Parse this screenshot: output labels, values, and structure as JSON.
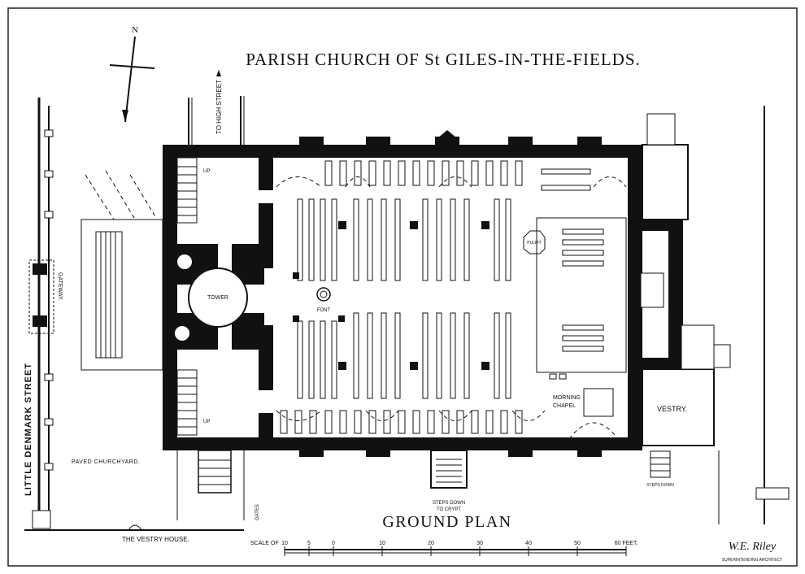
{
  "title": "PARISH CHURCH OF St GILES-IN-THE-FIELDS.",
  "subtitle": "GROUND PLAN",
  "north": "N",
  "labels": {
    "to_high_street": "TO HIGH STREET",
    "up_north": "UP",
    "up_south": "UP",
    "tower": "TOWER",
    "font": "FONT",
    "pulpit": "PULPIT",
    "morning_chapel_1": "MORNING",
    "morning_chapel_2": "CHAPEL",
    "vestry": "VESTRY.",
    "gateway": "GATEWAY.",
    "little_denmark_street": "LITTLE DENMARK STREET",
    "paved_churchyard": "PAVED CHURCHYARD.",
    "vestry_house": "THE VESTRY HOUSE.",
    "steps_down_crypt_1": "STEPS DOWN",
    "steps_down_crypt_2": "TO CRYPT",
    "steps_down": "STEPS DOWN",
    "gates": "GATES",
    "signature": "W.E. Riley",
    "superintending_architect": "SUPERINTENDING ARCHITECT"
  },
  "scale": {
    "label": "SCALE OF",
    "ticks": [
      "10",
      "5",
      "0",
      "10",
      "20",
      "30",
      "40",
      "50",
      "60 FEET."
    ]
  }
}
